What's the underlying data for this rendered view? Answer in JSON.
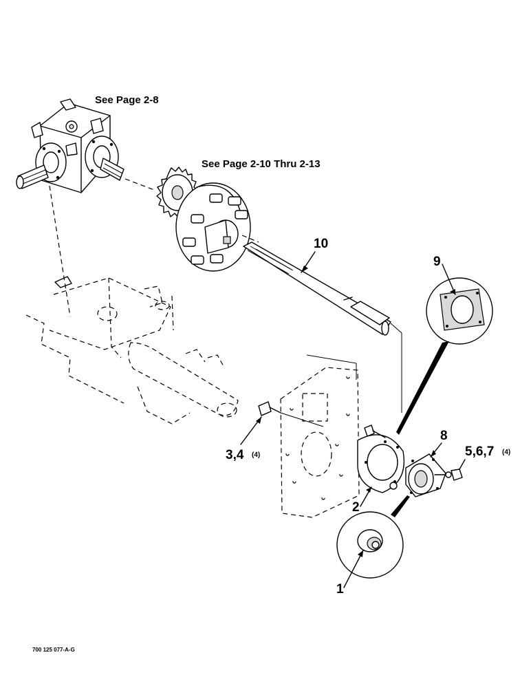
{
  "references": {
    "gearbox": "See Page 2-8",
    "sprocket_hub": "See Page 2-10 Thru 2-13"
  },
  "callouts": {
    "c1": "1",
    "c2": "2",
    "c34": "3,4",
    "c34_qty": "(4)",
    "c567": "5,6,7",
    "c567_qty": "(4)",
    "c8": "8",
    "c9": "9",
    "c10": "10"
  },
  "figure_code": "700 125 077-A-G"
}
